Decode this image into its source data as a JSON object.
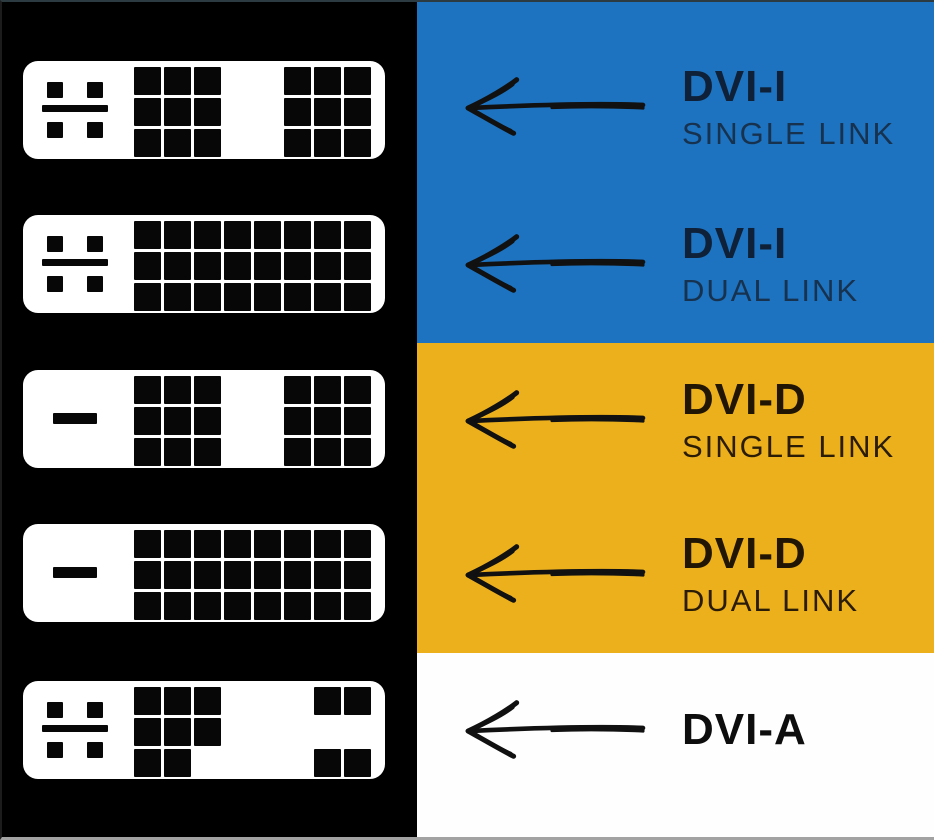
{
  "colors": {
    "panel_black": "#000000",
    "band_blue": "#1d73c0",
    "band_yellow": "#edb01d",
    "band_white": "#fefefe",
    "connector_white": "#ffffff",
    "pin_black": "#070707",
    "text_on_blue": "#0e2138",
    "subtext_on_blue": "#17324f",
    "text_on_yellow": "#211603",
    "subtext_on_yellow": "#2b1d05",
    "text_on_white": "#0d0d0d",
    "arrow": "#111111"
  },
  "bands": [
    {
      "id": "dvi-i",
      "color_key": "band_blue"
    },
    {
      "id": "dvi-d",
      "color_key": "band_yellow"
    },
    {
      "id": "dvi-a",
      "color_key": "band_white"
    }
  ],
  "rows": [
    {
      "id": "dvi-i-single-link",
      "label": "DVI-I",
      "sublabel": "SINGLE LINK",
      "band": "blue",
      "connector": {
        "analog": "pins-and-blade",
        "digital": [
          "XXX..XXX",
          "XXX..XXX",
          "XXX..XXX"
        ]
      }
    },
    {
      "id": "dvi-i-dual-link",
      "label": "DVI-I",
      "sublabel": "DUAL LINK",
      "band": "blue",
      "connector": {
        "analog": "pins-and-blade",
        "digital": [
          "XXXXXXXX",
          "XXXXXXXX",
          "XXXXXXXX"
        ]
      }
    },
    {
      "id": "dvi-d-single-link",
      "label": "DVI-D",
      "sublabel": "SINGLE LINK",
      "band": "yellow",
      "connector": {
        "analog": "blade",
        "digital": [
          "XXX..XXX",
          "XXX..XXX",
          "XXX..XXX"
        ]
      }
    },
    {
      "id": "dvi-d-dual-link",
      "label": "DVI-D",
      "sublabel": "DUAL LINK",
      "band": "yellow",
      "connector": {
        "analog": "blade",
        "digital": [
          "XXXXXXXX",
          "XXXXXXXX",
          "XXXXXXXX"
        ]
      }
    },
    {
      "id": "dvi-a",
      "label": "DVI-A",
      "sublabel": "",
      "band": "white",
      "connector": {
        "analog": "pins-and-blade",
        "digital": [
          "XXX...XX",
          "XXX.....",
          "XX....XX"
        ]
      }
    }
  ]
}
